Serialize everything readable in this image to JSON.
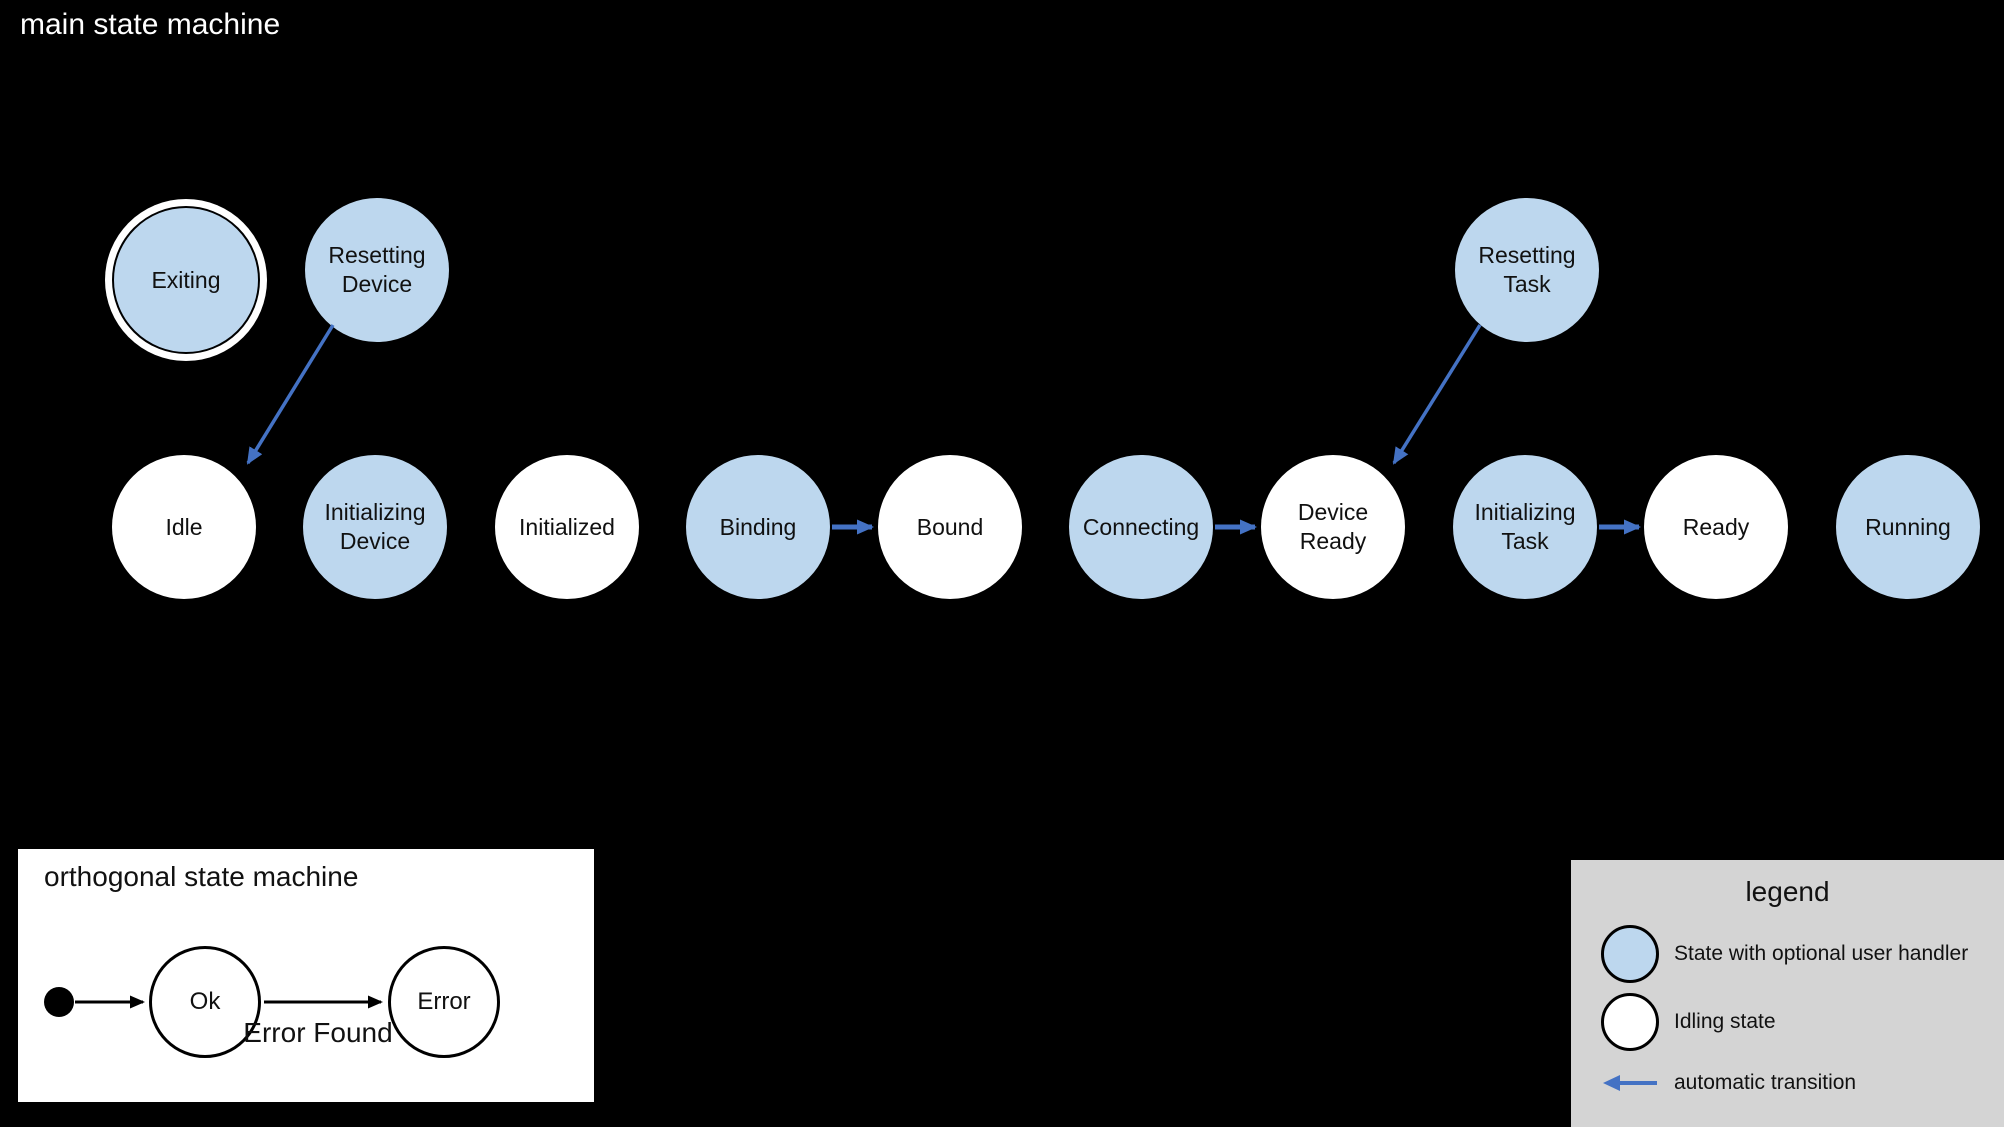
{
  "colors": {
    "background": "#000000",
    "user_state_fill": "#bdd7ee",
    "idling_state_fill": "#ffffff",
    "transition_blue": "#4472c4",
    "legend_background": "#d4d4d4",
    "black_arrow": "#000000"
  },
  "main_machine": {
    "title": "main state machine",
    "states": [
      {
        "id": "exiting",
        "label": "Exiting",
        "type": "user",
        "final": true
      },
      {
        "id": "resetting-device",
        "label": "Resetting\nDevice",
        "type": "user"
      },
      {
        "id": "resetting-task",
        "label": "Resetting\nTask",
        "type": "user"
      },
      {
        "id": "idle",
        "label": "Idle",
        "type": "idling"
      },
      {
        "id": "initializing-device",
        "label": "Initializing\nDevice",
        "type": "user"
      },
      {
        "id": "initialized",
        "label": "Initialized",
        "type": "idling"
      },
      {
        "id": "binding",
        "label": "Binding",
        "type": "user"
      },
      {
        "id": "bound",
        "label": "Bound",
        "type": "idling"
      },
      {
        "id": "connecting",
        "label": "Connecting",
        "type": "user"
      },
      {
        "id": "device-ready",
        "label": "Device\nReady",
        "type": "idling"
      },
      {
        "id": "initializing-task",
        "label": "Initializing\nTask",
        "type": "user"
      },
      {
        "id": "ready",
        "label": "Ready",
        "type": "idling"
      },
      {
        "id": "running",
        "label": "Running",
        "type": "user"
      }
    ],
    "transitions": [
      {
        "from": "resetting-device",
        "to": "idle",
        "kind": "automatic"
      },
      {
        "from": "resetting-task",
        "to": "device-ready",
        "kind": "automatic"
      },
      {
        "from": "binding",
        "to": "bound",
        "kind": "automatic"
      },
      {
        "from": "connecting",
        "to": "device-ready",
        "kind": "automatic"
      },
      {
        "from": "initializing-task",
        "to": "ready",
        "kind": "automatic"
      }
    ]
  },
  "orthogonal_machine": {
    "title": "orthogonal state machine",
    "states": [
      {
        "id": "ok",
        "label": "Ok"
      },
      {
        "id": "error",
        "label": "Error"
      }
    ],
    "transition_label": "Error Found",
    "transitions": [
      {
        "from": "initial",
        "to": "ok"
      },
      {
        "from": "ok",
        "to": "error",
        "label": "Error Found"
      }
    ]
  },
  "legend": {
    "title": "legend",
    "items": [
      {
        "icon": "user-state-circle",
        "label": "State with optional user handler"
      },
      {
        "icon": "idling-state-circle",
        "label": "Idling state"
      },
      {
        "icon": "automatic-transition-arrow",
        "label": "automatic transition"
      }
    ]
  }
}
